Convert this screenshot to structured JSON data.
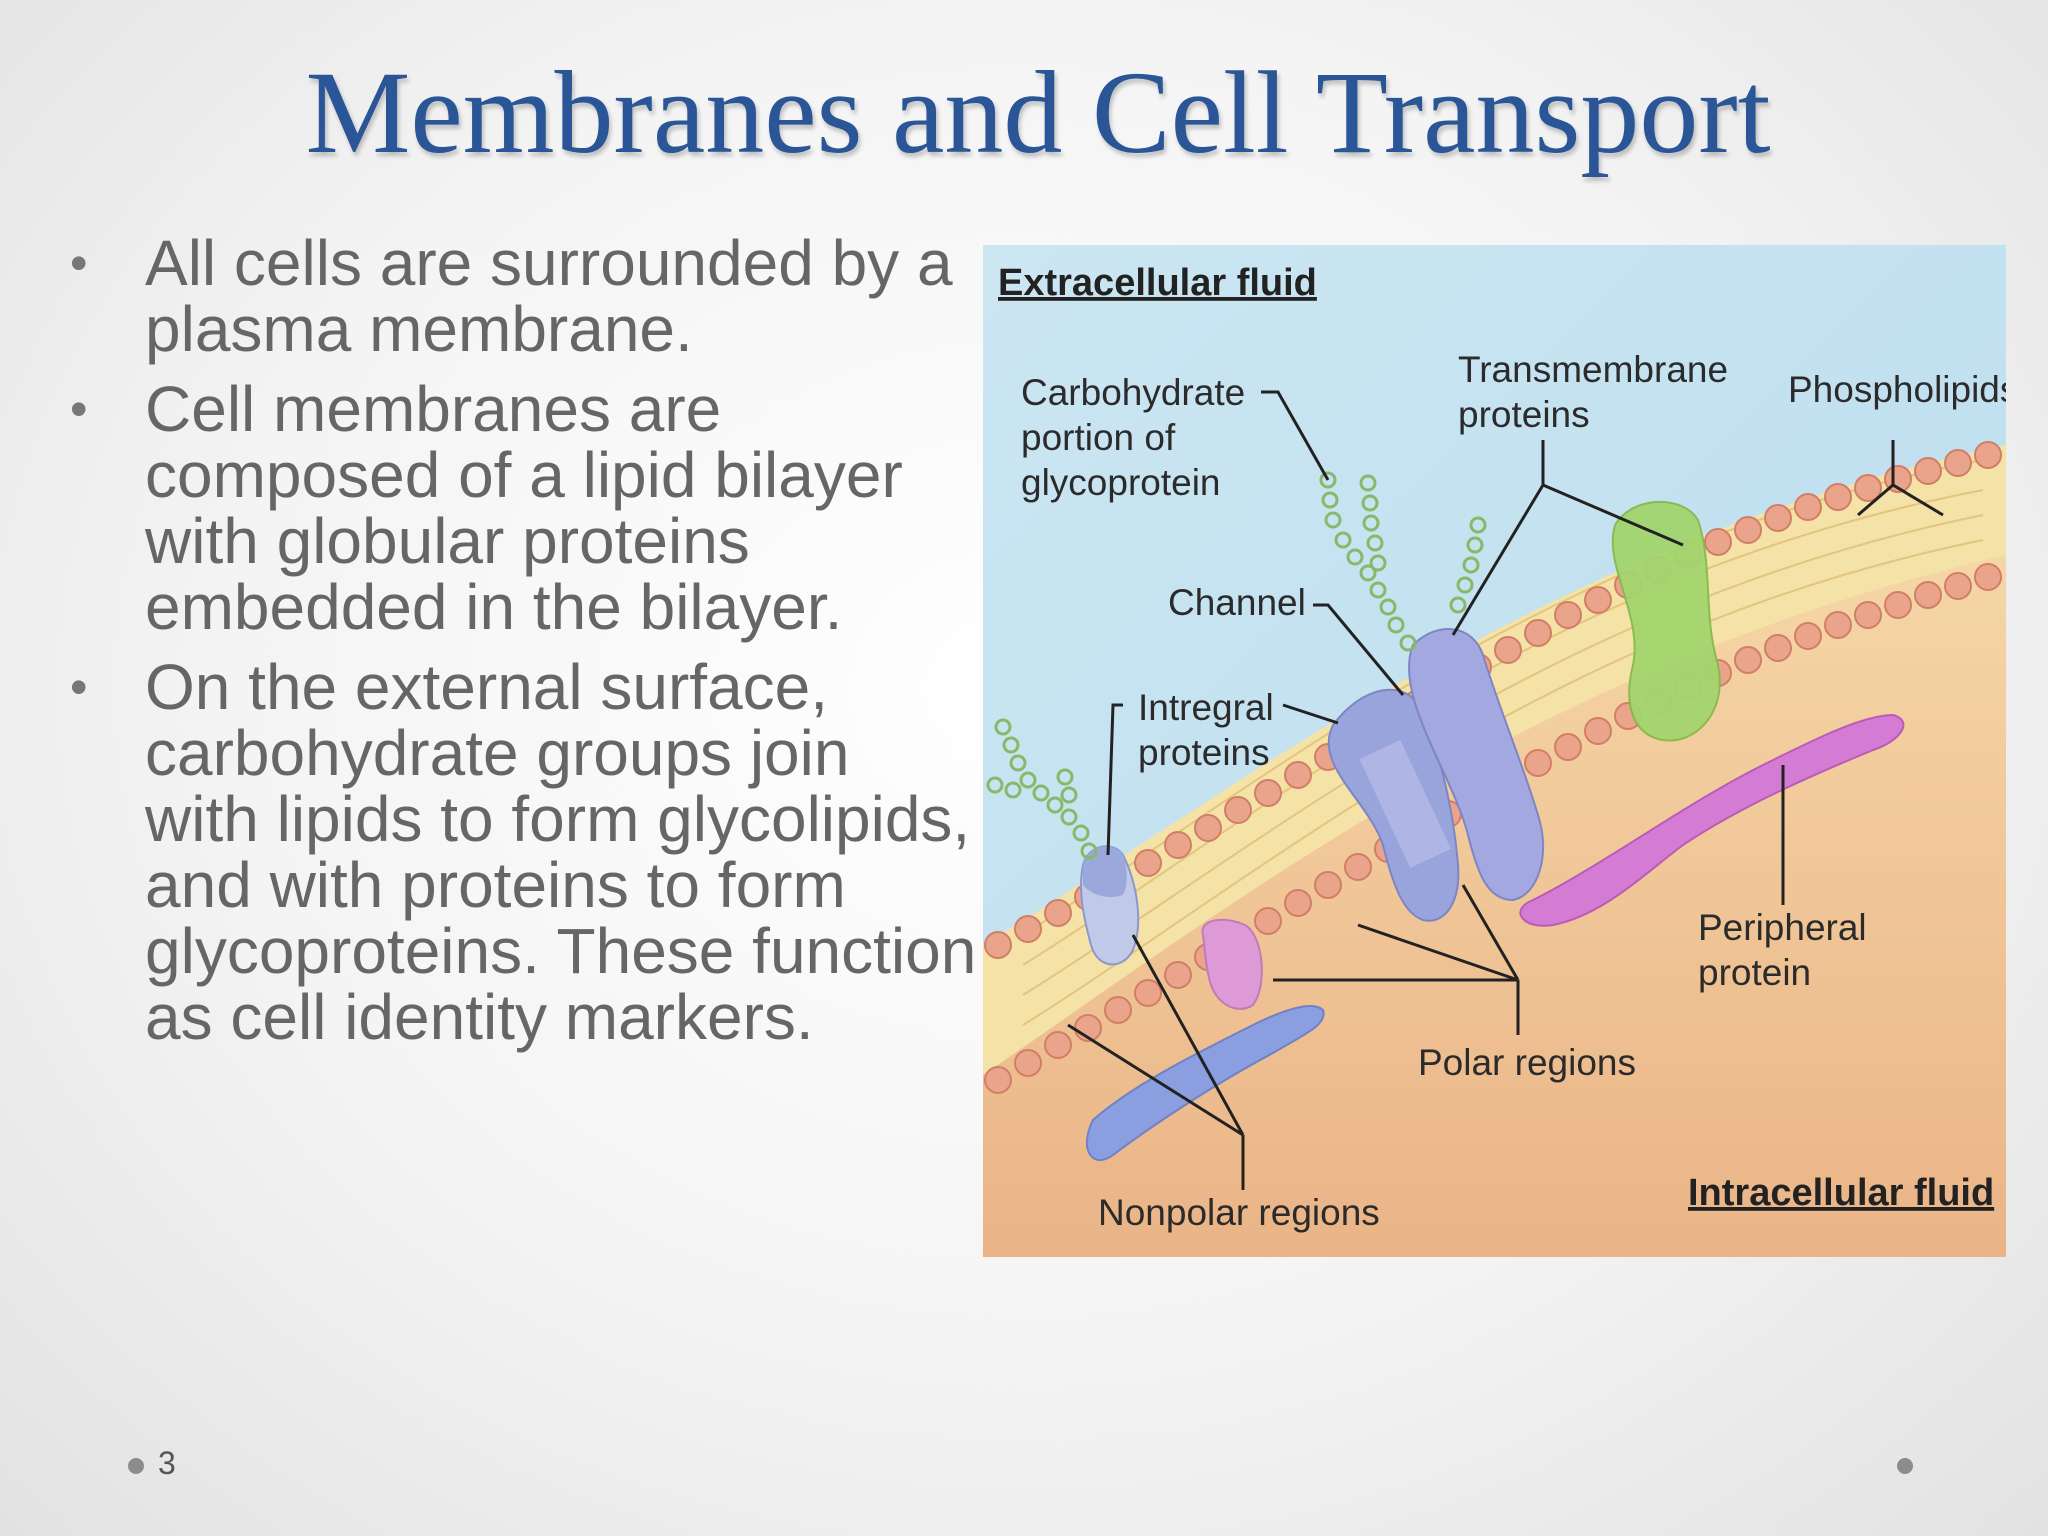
{
  "slide": {
    "title": "Membranes and Cell Transport",
    "page_number": "3",
    "bullets": [
      "All cells are surrounded by a plasma membrane.",
      "Cell membranes are composed of a lipid bilayer with globular proteins embedded in the bilayer.",
      "On the external surface, carbohydrate groups join with lipids to form glycolipids, and with proteins to form glycoproteins. These function as cell identity markers."
    ]
  },
  "diagram": {
    "labels": {
      "extracellular": "Extracellular fluid",
      "intracellular": "Intracellular fluid",
      "carb_1": "Carbohydrate",
      "carb_2": "portion of",
      "carb_3": "glycoprotein",
      "trans_1": "Transmembrane",
      "trans_2": "proteins",
      "phospholipids": "Phospholipids",
      "channel": "Channel",
      "integral_1": "Intregral",
      "integral_2": "proteins",
      "peripheral_1": "Peripheral",
      "peripheral_2": "protein",
      "polar": "Polar regions",
      "nonpolar": "Nonpolar regions"
    },
    "colors": {
      "extracellular_bg": "#c9e3f0",
      "intracellular_bg": "#f3d0a0",
      "lipid_head": "#e8a890",
      "lipid_tail": "#f7e3a2",
      "transmembrane_protein": "#9aa6de",
      "green_protein": "#9ed26a",
      "peripheral_protein": "#d27ad0",
      "carbohydrate_chain": "#a8d592",
      "blue_protein": "#8a9ee0"
    }
  }
}
